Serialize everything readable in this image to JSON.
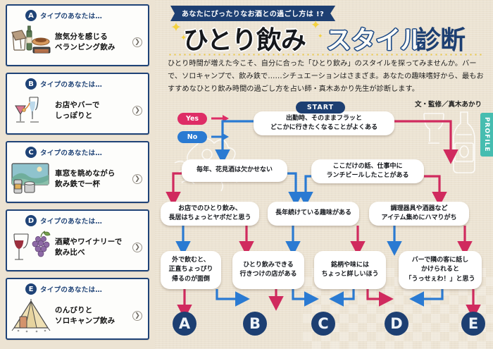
{
  "left_panel": {
    "heading_suffix": "タイプのあなたは…",
    "cards": [
      {
        "letter": "A",
        "line1": "旅気分を感じる",
        "line2": "ベランピング飲み",
        "icon": "camp-chair-wine-bbq-illustration",
        "chevron": "chevron-right-icon"
      },
      {
        "letter": "B",
        "line1": "お店やバーで",
        "line2": "しっぽりと",
        "icon": "cocktail-champagne-glasses-illustration",
        "chevron": "chevron-right-icon"
      },
      {
        "letter": "C",
        "line1": "車窓を眺めながら",
        "line2": "飲み鉄で一杯",
        "icon": "train-window-landscape-illustration",
        "chevron": "chevron-right-icon"
      },
      {
        "letter": "D",
        "line1": "酒蔵やワイナリーで",
        "line2": "飲み比べ",
        "icon": "wine-glass-grapes-illustration",
        "chevron": "chevron-right-icon"
      },
      {
        "letter": "E",
        "line1": "のんびりと",
        "line2": "ソロキャンプ飲み",
        "icon": "tent-illustration",
        "chevron": "chevron-right-icon"
      }
    ]
  },
  "header": {
    "ribbon": "あなたにぴったりなお酒との過ごし方は !?",
    "title_part1": "ひとり飲み",
    "title_part2": "スタイル",
    "title_part3": "診断",
    "lead": "ひとり時間が増えた今こそ、自分に合った「ひとり飲み」のスタイルを探ってみませんか。バーで、ソロキャンプで、飲み鉄で……シチュエーションはさまざま。あなたの趣味嗜好から、最もおすすめなひとり飲み時間の過ごし方を占い師・真木あかり先生が診断します。",
    "byline": "文・監修／真木あかり"
  },
  "legend": {
    "yes_label": "Yes",
    "no_label": "No",
    "yes_color": "#de2d66",
    "no_color": "#2a7ad2"
  },
  "profile_tab": {
    "label": "PROFILE",
    "color": "#46bdb0"
  },
  "flow": {
    "start_label": "START",
    "questions": [
      {
        "id": "q1",
        "line1": "出勤時、そのままフラッと",
        "line2": "どこかに行きたくなることがよくある"
      },
      {
        "id": "q2",
        "line1": "毎年、花見酒は欠かせない",
        "line2": ""
      },
      {
        "id": "q3",
        "line1": "ここだけの話、仕事中に",
        "line2": "ランチビールしたことがある"
      },
      {
        "id": "q4",
        "line1": "お店でのひとり飲み、",
        "line2": "長居はちょっとヤボだと思う"
      },
      {
        "id": "q5",
        "line1": "長年続けている趣味がある",
        "line2": ""
      },
      {
        "id": "q6",
        "line1": "調理器具や酒器など",
        "line2": "アイテム集めにハマりがち"
      },
      {
        "id": "q7",
        "line1": "外で飲むと、",
        "line2": "正直ちょっぴり",
        "line3": "帰るのが面倒"
      },
      {
        "id": "q8",
        "line1": "ひとり飲みできる",
        "line2": "行きつけの店がある",
        "line3": ""
      },
      {
        "id": "q9",
        "line1": "銘柄や味には",
        "line2": "ちょっと詳しいほう",
        "line3": ""
      },
      {
        "id": "q10",
        "line1": "バーで隣の客に話し",
        "line2": "かけられると",
        "line3": "「うっせぇわ！」と思う"
      }
    ],
    "results": [
      "A",
      "B",
      "C",
      "D",
      "E"
    ]
  },
  "theme": {
    "navy": "#1d3f72",
    "paper": "#ece3d2",
    "left_bg": "#ece3d3",
    "gold": "#e9c84a"
  }
}
